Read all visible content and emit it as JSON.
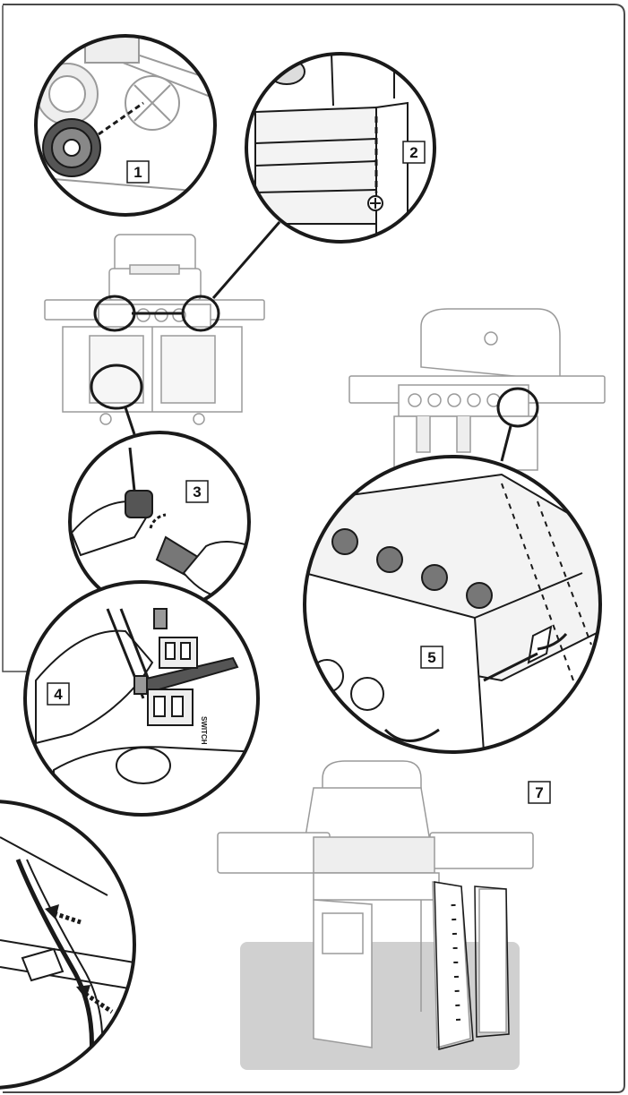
{
  "steps": [
    {
      "label": "1"
    },
    {
      "label": "2"
    },
    {
      "label": "3"
    },
    {
      "label": "4"
    },
    {
      "label": "5"
    },
    {
      "label": "7"
    }
  ],
  "switch_label": "SWITCH",
  "colors": {
    "ink": "#1a1a1a",
    "light_ink": "#9a9a9a",
    "floor_mat": "#d0d0d0",
    "panel_border": "#4a4a4a"
  }
}
